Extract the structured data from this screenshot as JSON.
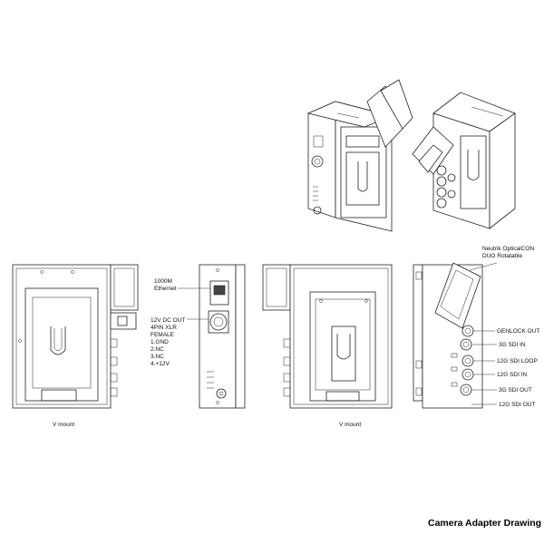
{
  "labels": {
    "ethernet": [
      "1000M",
      "Ethernet"
    ],
    "dc_out": [
      "12V DC OUT",
      "4PIN XLR",
      "FEMALE",
      "1.GND",
      "2.NC",
      "3.NC",
      "4.+12V"
    ],
    "vmount_left": "V mount",
    "vmount_right": "V mount",
    "neutrik": [
      "Neutrik OpticalCON",
      "DUO Rotatable"
    ],
    "ports": [
      "GENLOCK OUT",
      "3G SDI IN",
      "12G SDI LOOP",
      "12G SDI IN",
      "3G SDI OUT",
      "12G SDI OUT"
    ]
  },
  "caption": "Camera Adapter Drawing"
}
